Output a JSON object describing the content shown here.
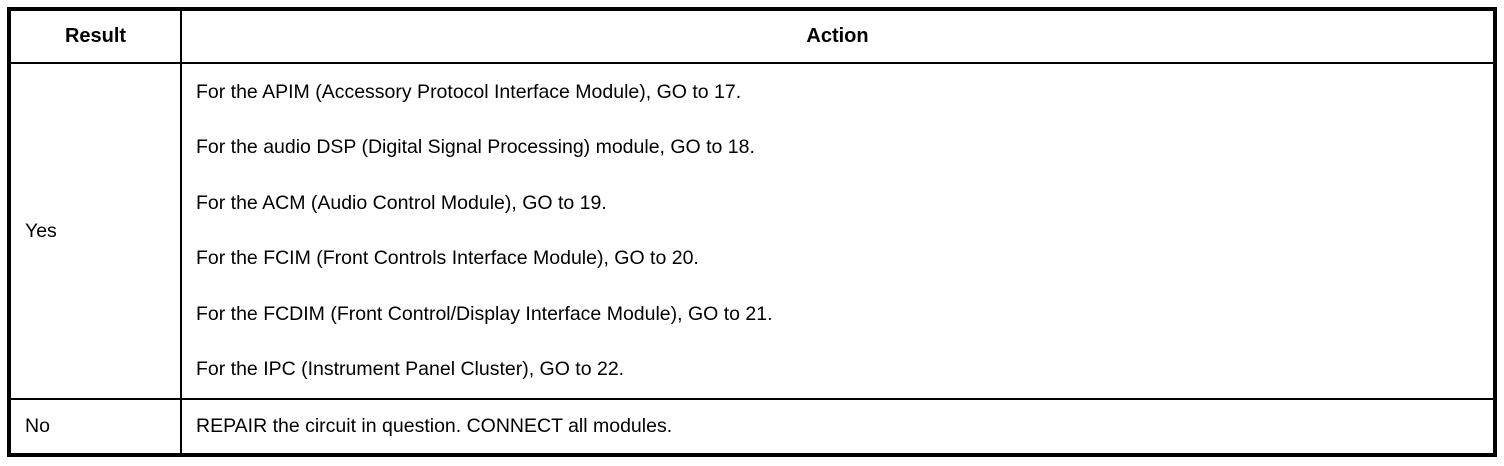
{
  "table": {
    "header": {
      "result_label": "Result",
      "action_label": "Action"
    },
    "rows": [
      {
        "result": "Yes",
        "actions": [
          "For the APIM (Accessory Protocol Interface Module), GO to 17.",
          "For the audio DSP (Digital Signal Processing) module, GO to 18.",
          "For the ACM (Audio Control Module), GO to 19.",
          "For the FCIM (Front Controls Interface Module), GO to 20.",
          "For the FCDIM (Front Control/Display Interface Module), GO to 21.",
          "For the IPC (Instrument Panel Cluster), GO to 22."
        ]
      },
      {
        "result": "No",
        "actions": [
          "REPAIR the circuit in question. CONNECT all modules."
        ]
      }
    ],
    "colors": {
      "border": "#000000",
      "background": "#ffffff",
      "text": "#000000"
    }
  }
}
